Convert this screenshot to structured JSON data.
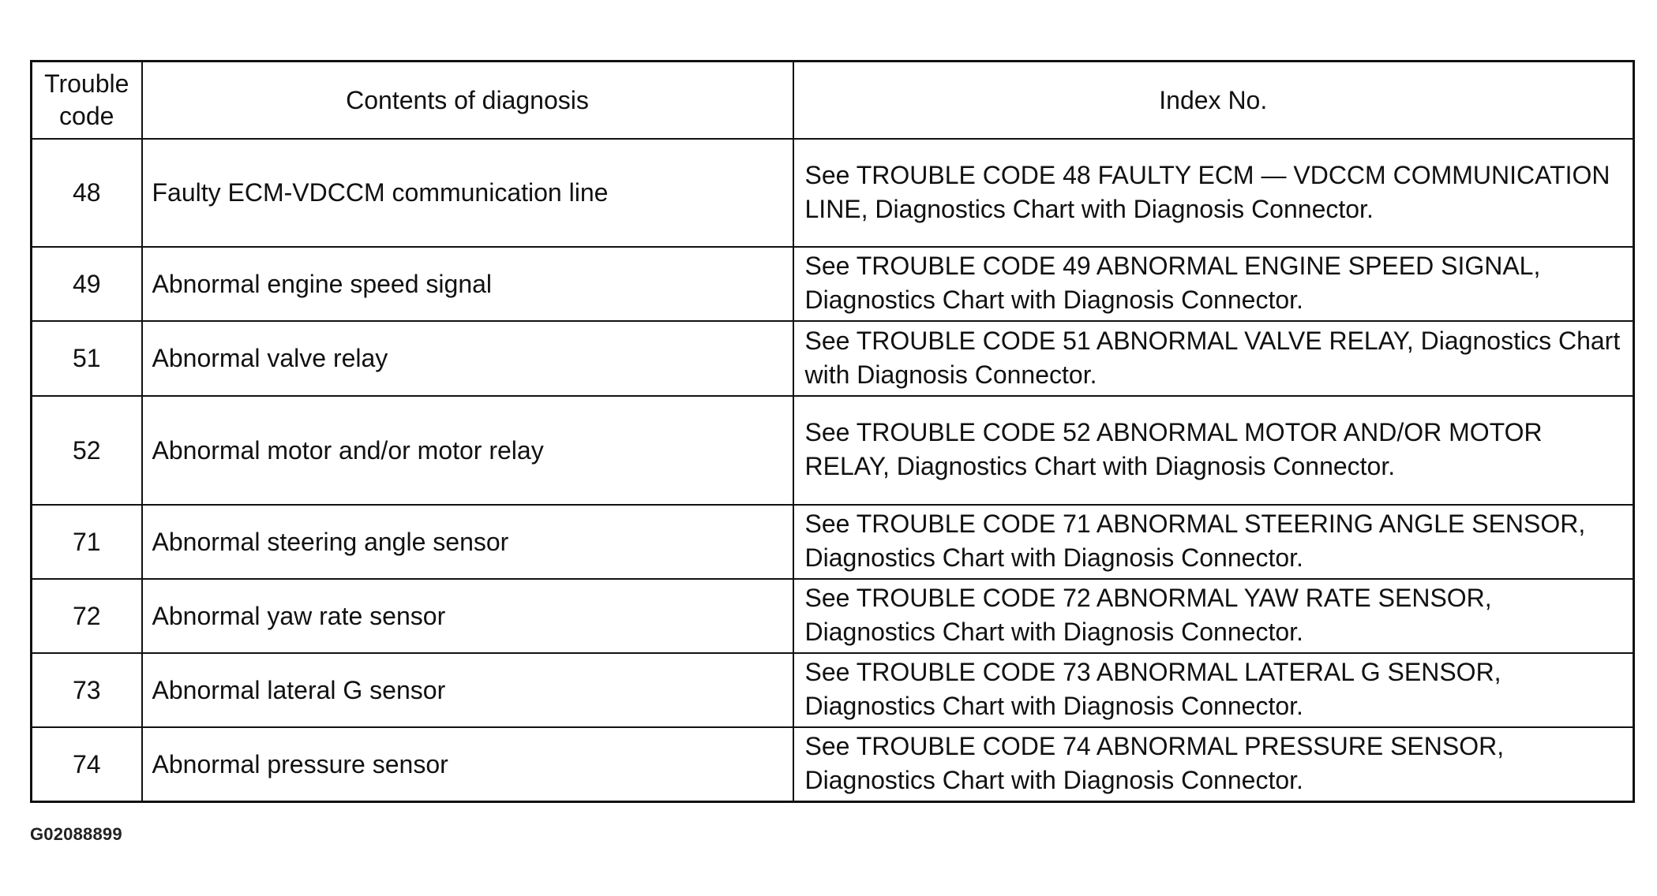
{
  "table": {
    "headers": {
      "code": "Trouble code",
      "contents": "Contents of diagnosis",
      "index": "Index No."
    },
    "rows": [
      {
        "code": "48",
        "contents": "Faulty ECM-VDCCM communication line",
        "index": "See TROUBLE CODE 48 FAULTY ECM — VDCCM COMMUNICATION LINE, Diagnostics Chart with Diagnosis Connector."
      },
      {
        "code": "49",
        "contents": "Abnormal engine speed signal",
        "index": "See TROUBLE CODE 49 ABNORMAL ENGINE SPEED SIGNAL, Diagnostics Chart with Diagnosis Connector."
      },
      {
        "code": "51",
        "contents": "Abnormal valve relay",
        "index": "See TROUBLE CODE 51 ABNORMAL VALVE RELAY, Diagnostics Chart with Diagnosis Connector."
      },
      {
        "code": "52",
        "contents": "Abnormal motor and/or motor relay",
        "index": "See TROUBLE CODE 52 ABNORMAL MOTOR AND/OR MOTOR RELAY, Diagnostics Chart with Diagnosis Connector."
      },
      {
        "code": "71",
        "contents": "Abnormal steering angle sensor",
        "index": "See TROUBLE CODE 71 ABNORMAL STEERING ANGLE SENSOR, Diagnostics Chart with Diagnosis Connector."
      },
      {
        "code": "72",
        "contents": "Abnormal yaw rate sensor",
        "index": "See TROUBLE CODE 72 ABNORMAL YAW RATE SENSOR, Diagnostics Chart with Diagnosis Connector."
      },
      {
        "code": "73",
        "contents": "Abnormal lateral G sensor",
        "index": "See TROUBLE CODE 73 ABNORMAL LATERAL G SENSOR, Diagnostics Chart with Diagnosis Connector."
      },
      {
        "code": "74",
        "contents": "Abnormal pressure sensor",
        "index": "See TROUBLE CODE 74 ABNORMAL PRESSURE SENSOR, Diagnostics Chart with Diagnosis Connector."
      }
    ]
  },
  "figure_id": "G02088899"
}
